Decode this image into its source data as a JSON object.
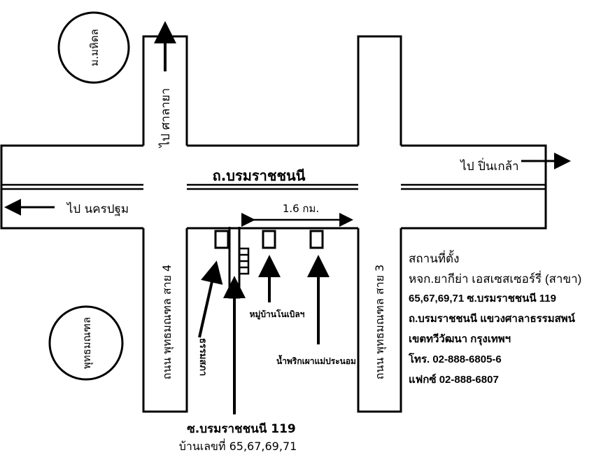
{
  "roads": {
    "main_road": "ถ.บรมราชชนนี",
    "left_road": "ถนน พุทธมณฑล สาย 4",
    "right_road": "ถนน พุทธมณฑล สาย 3",
    "to_salaya": "ไป ศาลายา",
    "to_pinklao": "ไป ปิ่นเกล้า",
    "to_nakhonpathom": "ไป นครปฐม",
    "distance": "1.6 กม."
  },
  "landmarks": {
    "mahidol": "ม.มหิดล",
    "phutthamonthon": "พุทธมณฑล",
    "thammasapha": "ธรรมสภา",
    "noble_village": "หมู่บ้านโนเบิลฯ",
    "chili_paste": "น้ำพริกเผาแม่ประนอม"
  },
  "soi": {
    "name": "ซ.บรมราชชนนี 119",
    "house_numbers": "บ้านเลขที่ 65,67,69,71"
  },
  "address": {
    "heading": "สถานที่ตั้ง",
    "company": "หจก.ยากีย่า เอสเซสเซอร์รี่ (สาขา)",
    "line1": "65,67,69,71 ซ.บรมราชชนนี 119",
    "line2": "ถ.บรมราชชนนี แขวงศาลาธรรมสพน์",
    "line3": "เขตทวีวัฒนา กรุงเทพฯ",
    "phone": "โทร. 02-888-6805-6",
    "fax": "แฟกซ์ 02-888-6807"
  }
}
